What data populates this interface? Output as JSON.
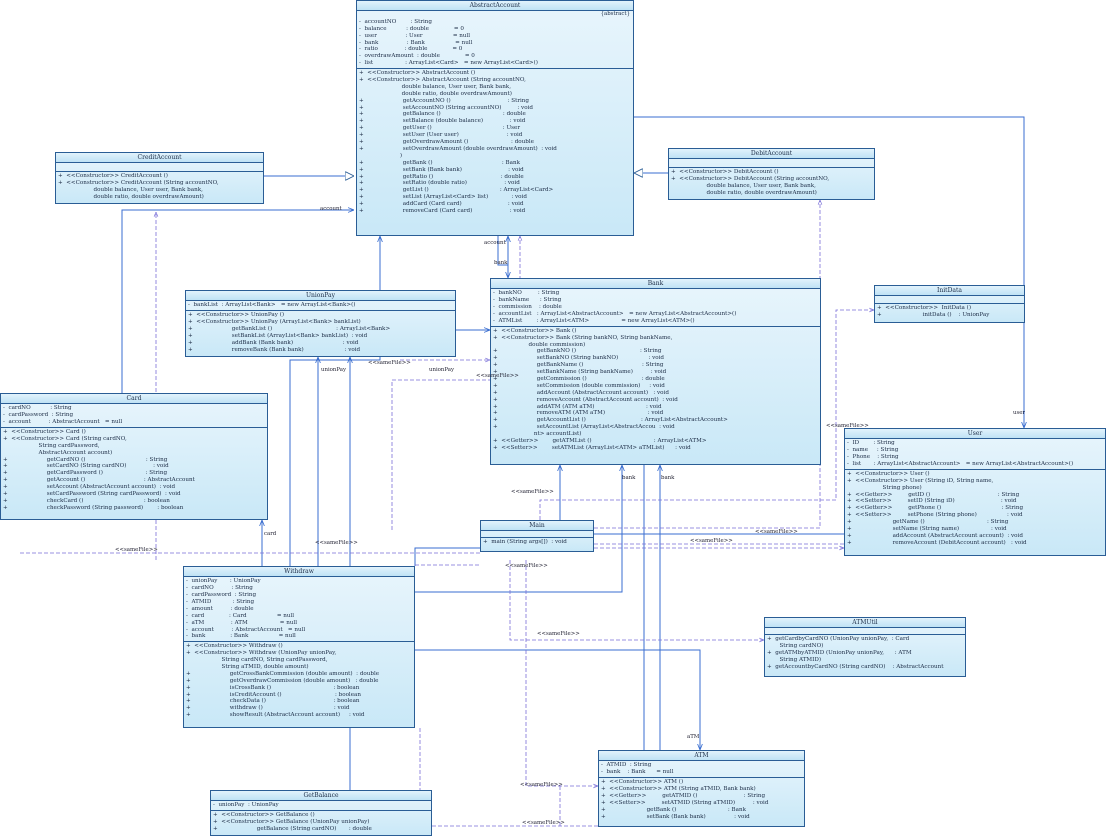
{
  "classes": {
    "abstractaccount": {
      "name": "AbstractAccount",
      "stereotype": "{abstract}",
      "attributes": [
        "-  accountNO        : String",
        "-  balance           : double              = 0",
        "-  user                : User                 = null",
        "-  bank                : Bank                 = null",
        "-  ratio               : double              = 0",
        "-  overdrawAmount  : double              = 0",
        "-  list                  : ArrayList<Card>   = new ArrayList<Card>()"
      ],
      "operations": [
        "+  <<Constructor>> AbstractAccount ()",
        "+  <<Constructor>> AbstractAccount (String accountNO,",
        "                        double balance, User user, Bank bank,",
        "                        double ratio, double overdrawAmount)",
        "+                      getAccountNO ()                                : String",
        "+                      setAccountNO (String accountNO)         : void",
        "+                      getBalance ()                                   : double",
        "+                      setBalance (double balance)               : void",
        "+                      getUser ()                                        : User",
        "+                      setUser (User user)                           : void",
        "+                      getOverdrawAmount ()                        : double",
        "+                      setOverdrawAmount (double overdrawAmount)  : void",
        "                       )",
        "+                      getBank ()                                       : Bank",
        "+                      setBank (Bank bank)                          : void",
        "+                      getRatio ()                                      : double",
        "+                      setRatio (double ratio)                     : void",
        "+                      getList ()                                        : ArrayList<Card>",
        "+                      setList (ArrayList<Card> list)             : void",
        "+                      addCard (Card card)                          : void",
        "+                      removeCard (Card card)                     : void"
      ]
    },
    "creditaccount": {
      "name": "CreditAccount",
      "attributes": [],
      "operations": [
        "+  <<Constructor>> CreditAccount ()",
        "+  <<Constructor>> CreditAccount (String accountNO,",
        "                    double balance, User user, Bank bank,",
        "                    double ratio, double overdrawAmount)"
      ]
    },
    "debitaccount": {
      "name": "DebitAccount",
      "attributes": [],
      "operations": [
        "+  <<Constructor>> DebitAccount ()",
        "+  <<Constructor>> DebitAccount (String accountNO,",
        "                    double balance, User user, Bank bank,",
        "                    double ratio, double overdrawAmount)"
      ]
    },
    "unionpay": {
      "name": "UnionPay",
      "attributes": [
        "-  bankList  : ArrayList<Bank>   = new ArrayList<Bank>()"
      ],
      "operations": [
        "+  <<Constructor>> UnionPay ()",
        "+  <<Constructor>> UnionPay (ArrayList<Bank> bankList)",
        "+                      getBankList ()                                    : ArrayList<Bank>",
        "+                      setBankList (ArrayList<Bank> bankList)  : void",
        "+                      addBank (Bank bank)                            : void",
        "+                      removeBank (Bank bank)                       : void"
      ]
    },
    "bank": {
      "name": "Bank",
      "attributes": [
        "-  bankNO         : String",
        "-  bankName      : String",
        "-  commission    : double",
        "-  accountList   : ArrayList<AbstractAccount>   = new ArrayList<AbstractAccount>()",
        "-  ATMList        : ArrayList<ATM>                  = new ArrayList<ATM>()"
      ],
      "operations": [
        "+  <<Constructor>> Bank ()",
        "+  <<Constructor>> Bank (String bankNO, String bankName,",
        "                    double commission)",
        "+                      getBankNO ()                                    : String",
        "+                      setBankNO (String bankNO)                 : void",
        "+                      getBankName ()                                 : String",
        "+                      setBankName (String bankName)          : void",
        "+                      getCommission ()                               : double",
        "+                      setCommission (double commission)     : void",
        "+                      addAccount (AbstractAccount account)   : void",
        "+                      removeAccount (AbstractAccount account)  : void",
        "+                      addATM (ATM aTM)                             : void",
        "+                      removeATM (ATM aTM)                        : void",
        "+                      getAccountList ()                               : ArrayList<AbstractAccount>",
        "+                      setAccountList (ArrayList<AbstractAccou  : void",
        "                       nt> accountList)",
        "+  <<Getter>>        getATMList ()                                   : ArrayList<ATM>",
        "+  <<Setter>>        setATMList (ArrayList<ATM> aTMList)      : void"
      ]
    },
    "initdata": {
      "name": "InitData",
      "attributes": [],
      "operations": [
        "+  <<Constructor>>  InitData ()",
        "+                       initData ()    : UnionPay"
      ]
    },
    "card": {
      "name": "Card",
      "attributes": [
        "-  cardNO           : String",
        "-  cardPassword  : String",
        "-  account          : AbstractAccount   = null"
      ],
      "operations": [
        "+  <<Constructor>> Card ()",
        "+  <<Constructor>> Card (String cardNO,",
        "                    String cardPassword,",
        "                    AbstractAccount account)",
        "+                      getCardNO ()                                  : String",
        "+                      setCardNO (String cardNO)               : void",
        "+                      getCardPassword ()                        : String",
        "+                      getAccount ()                                 : AbstractAccount",
        "+                      setAccount (AbstractAccount account)  : void",
        "+                      setCardPassword (String cardPassword)  : void",
        "+                      checkCard ()                                  : boolean",
        "+                      checkPassword (String password)        : boolean"
      ]
    },
    "user": {
      "name": "User",
      "attributes": [
        "-  ID        : String",
        "-  name     : String",
        "-  Phone    : String",
        "-  list       : ArrayList<AbstractAccount>   = new ArrayList<AbstractAccount>()"
      ],
      "operations": [
        "+  <<Constructor>> User ()",
        "+  <<Constructor>> User (String iD, String name,",
        "                    String phone)",
        "+  <<Getter>>         getID ()                                      : String",
        "+  <<Setter>>         setID (String iD)                          : void",
        "+  <<Getter>>         getPhone ()                                  : String",
        "+  <<Setter>>         setPhone (String phone)                 : void",
        "+                       getName ()                                   : String",
        "+                       setName (String name)                  : void",
        "+                       addAccount (AbstractAccount account)  : void",
        "+                       removeAccount (DebitAccount account)   : void"
      ]
    },
    "main": {
      "name": "Main",
      "attributes": [],
      "operations": [
        "+  main (String args[])  : void"
      ]
    },
    "withdraw": {
      "name": "Withdraw",
      "attributes": [
        "-  unionPay       : UnionPay",
        "-  cardNO          : String",
        "-  cardPassword  : String",
        "-  ATMID            : String",
        "-  amount          : double",
        "-  card              : Card                 = null",
        "-  aTM               : ATM                  = null",
        "-  account          : AbstractAccount   = null",
        "-  bank              : Bank                 = null"
      ],
      "operations": [
        "+  <<Constructor>> Withdraw ()",
        "+  <<Constructor>> Withdraw (UnionPay unionPay,",
        "                    String cardNO, String cardPassword,",
        "                    String aTMID, double amount)",
        "+                      getCrossBankCommission (double amount)  : double",
        "+                      getOverdrawCommission (double amount)   : double",
        "+                      isCrossBank ()                                   : boolean",
        "+                      isCreditAccount ()                              : boolean",
        "+                      checkData ()                                      : boolean",
        "+                      withdraw ()                                        : void",
        "+                      showResult (AbstractAccount account)     : void"
      ]
    },
    "atmutil": {
      "name": "ATMUtil",
      "attributes": [],
      "operations": [
        "+  getCardbyCardNO (UnionPay unionPay,  : Card",
        "       String cardNO)",
        "+  getATMbyATMID (UnionPay unionPay,      : ATM",
        "       String ATMID)",
        "+  getAccountbyCardNO (String cardNO)    : AbstractAccount"
      ]
    },
    "atm": {
      "name": "ATM",
      "attributes": [
        "-  ATMID  : String",
        "-  bank    : Bank      = null"
      ],
      "operations": [
        "+  <<Constructor>> ATM ()",
        "+  <<Constructor>> ATM (String aTMID, Bank bank)",
        "+  <<Getter>>         getATMID ()                          : String",
        "+  <<Setter>>         setATMID (String aTMID)          : void",
        "+                       getBank ()                             : Bank",
        "+                       setBank (Bank bank)                : void"
      ]
    },
    "getbalance": {
      "name": "GetBalance",
      "attributes": [
        "-  unionPay  : UnionPay"
      ],
      "operations": [
        "+  <<Constructor>> GetBalance ()",
        "+  <<Constructor>> GetBalance (UnionPay unionPay)",
        "+                      getBalance (String cardNO)       : double"
      ]
    }
  },
  "labels": {
    "account": "account",
    "bank_top": "bank",
    "account_up": "account",
    "unionpay_l": "unionPay",
    "unionpay_r": "unionPay",
    "card": "card",
    "bank1": "bank",
    "bank2": "bank",
    "user": "user",
    "atm_label": "aTM",
    "samefile1": "<<sameFile>>",
    "samefile2": "<<sameFile>>",
    "samefile3": "<<sameFile>>",
    "samefile4": "<<sameFile>>",
    "samefile5": "<<sameFile>>",
    "samefile6": "<<sameFile>>",
    "samefile7": "<<sameFile>>",
    "samefile8": "<<sameFile>>",
    "samefile9": "<<sameFile>>",
    "samefile10": "<<sameFile>>",
    "samefile11": "<<sameFile>>",
    "samefile12": "<<sameFile>>"
  },
  "colors": {
    "border": "#2a5d95",
    "fill": "#c9e8f7",
    "line": "#3a6ed0",
    "dashed": "#7a6fd8"
  }
}
